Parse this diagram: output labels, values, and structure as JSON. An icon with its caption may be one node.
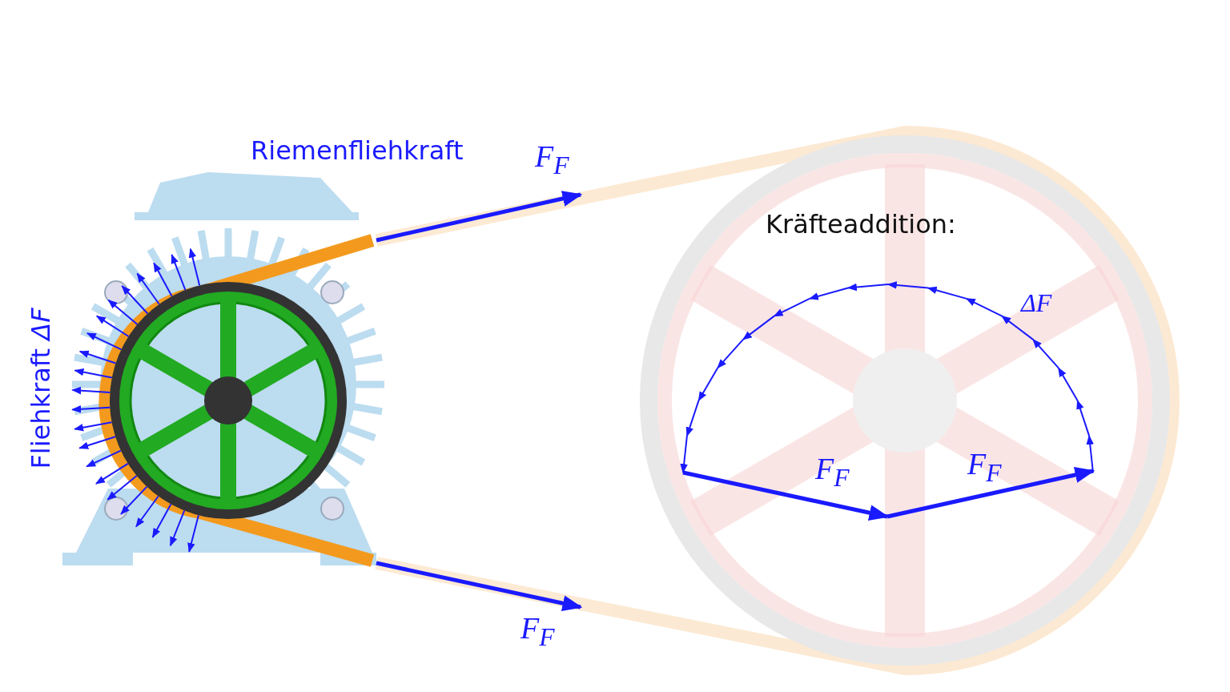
{
  "diagram": {
    "labels": [
      "Riemenfliehkraft",
      "F$_{F}$",
      "Fliehkraft *ΔF*",
      "F$_{F}$",
      "Kräfteaddition:",
      "ΔF",
      "F$_{F}$",
      "F$_{F}$"
    ]
  }
}
